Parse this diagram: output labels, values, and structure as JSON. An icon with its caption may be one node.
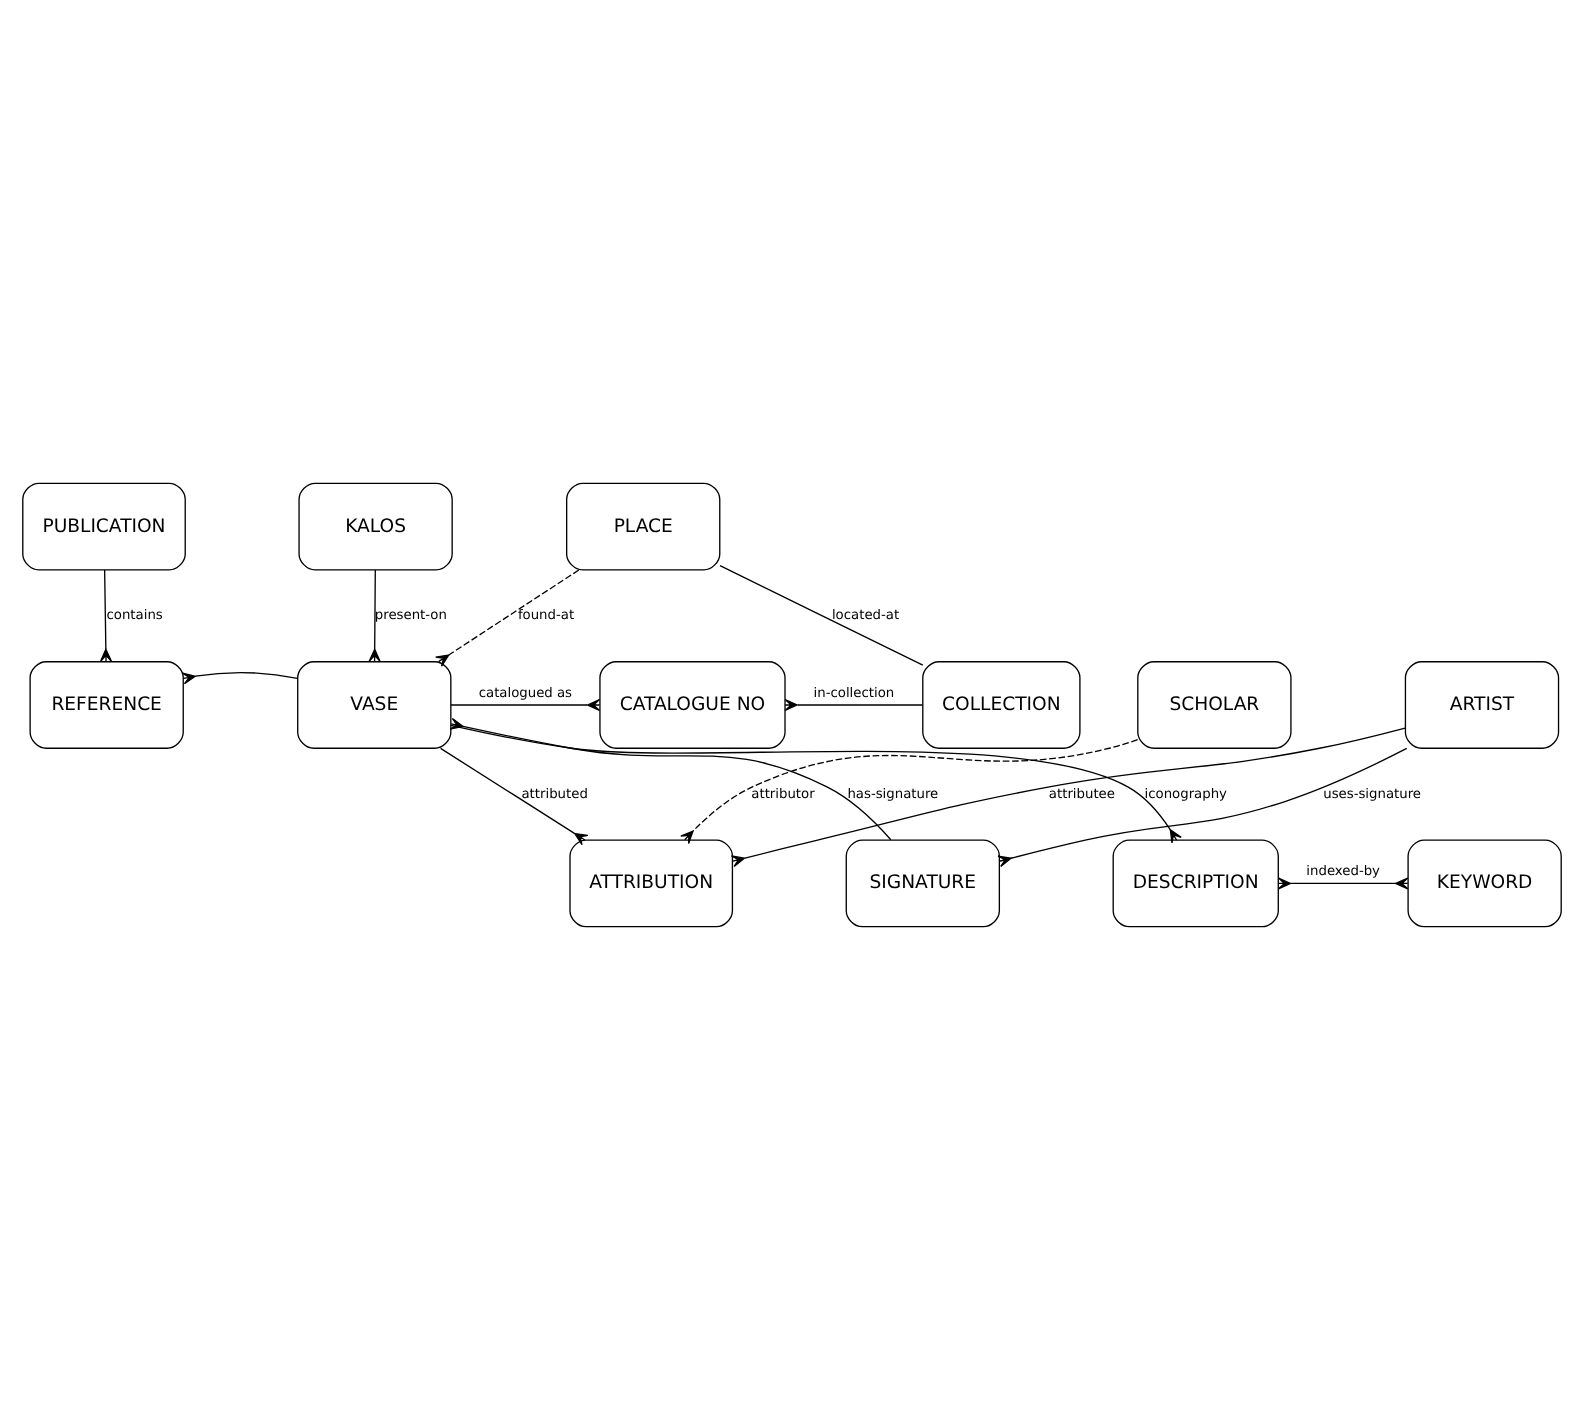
{
  "diagram": {
    "nodes": [
      {
        "text": [
          "PUBLICATION"
        ]
      },
      {
        "text": [
          "KALOS"
        ]
      },
      {
        "text": [
          "PLACE"
        ]
      },
      {
        "text": [
          "REFERENCE"
        ]
      },
      {
        "text": [
          "VASE"
        ]
      },
      {
        "text": [
          "CATALOGUE NO"
        ]
      },
      {
        "text": [
          "COLLECTION"
        ]
      },
      {
        "text": [
          "ATTRIBUTION"
        ]
      },
      {
        "text": [
          "SIGNATURE"
        ]
      },
      {
        "text": [
          "DESCRIPTION"
        ]
      },
      {
        "text": [
          "KEYWORD"
        ]
      },
      {
        "text": [
          "SCHOLAR"
        ]
      },
      {
        "text": [
          "ARTIST"
        ]
      }
    ],
    "edges": [
      {
        "from": 0,
        "to": 3,
        "arrow": "other",
        "label": "contains"
      },
      {
        "from": 1,
        "to": 4,
        "arrow": "other",
        "label": "present-on"
      },
      {
        "from": 2,
        "to": 4,
        "arrow": "other",
        "label": "found-at",
        "style": "dashed"
      },
      {
        "from": 4,
        "to": 3,
        "arrow": "other"
      },
      {
        "from": 4,
        "to": 5,
        "arrow": "other",
        "label": "catalogued as"
      },
      {
        "from": 6,
        "to": 5,
        "arrow": "other",
        "label": "in-collection"
      },
      {
        "from": 2,
        "to": 6,
        "arrow": "none",
        "label": "located-at"
      },
      {
        "from": 4,
        "to": 7,
        "arrow": "other",
        "label": "attributed"
      },
      {
        "from": 8,
        "to": 4,
        "arrow": "other",
        "label": "has-signature"
      },
      {
        "from": 4,
        "to": 9,
        "arrow": "other",
        "label": "iconography"
      },
      {
        "from": 9,
        "to": 10,
        "arrow": "other",
        "label": "indexed-by"
      },
      {
        "from": 11,
        "to": 7,
        "arrow": "other",
        "label": "attributor",
        "style": "dashed"
      },
      {
        "from": 12,
        "to": 7,
        "arrow": "other",
        "label": "attributee"
      },
      {
        "from": 12,
        "to": 8,
        "arrow": "other",
        "label": "uses-signature"
      }
    ]
  }
}
